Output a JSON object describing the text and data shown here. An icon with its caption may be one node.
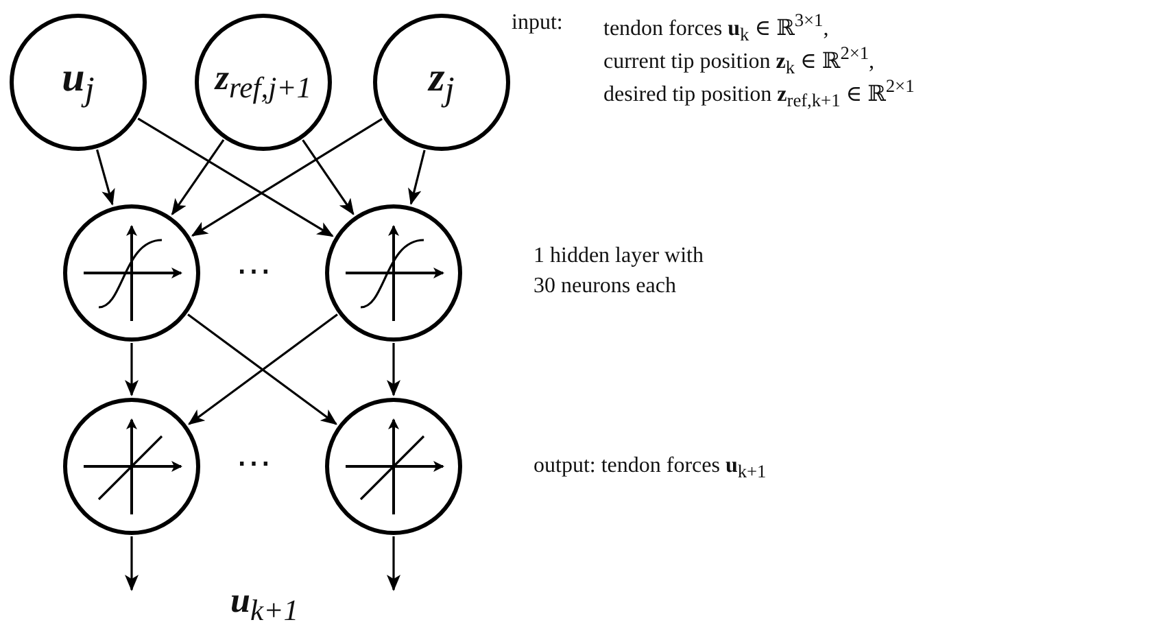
{
  "diagram": {
    "nodes": [
      {
        "text": [
          "**u**$_{j}$"
        ]
      },
      {
        "text": [
          "**z**$_{ref,j+1}$"
        ]
      },
      {
        "text": [
          "**z**$_{j}$"
        ]
      },
      {
        "text": [],
        "shape": "circle"
      },
      {
        "text": [],
        "shape": "circle"
      },
      {
        "text": [],
        "shape": "circle"
      },
      {
        "text": [],
        "shape": "circle"
      }
    ],
    "edges": [
      {
        "from": 0,
        "to": 3,
        "arrow": "to"
      },
      {
        "from": 0,
        "to": 4,
        "arrow": "to"
      },
      {
        "from": 1,
        "to": 3,
        "arrow": "to"
      },
      {
        "from": 1,
        "to": 4,
        "arrow": "to"
      },
      {
        "from": 2,
        "to": 3,
        "arrow": "to"
      },
      {
        "from": 2,
        "to": 4,
        "arrow": "to"
      },
      {
        "from": 3,
        "to": 5,
        "arrow": "to"
      },
      {
        "from": 3,
        "to": 6,
        "arrow": "to"
      },
      {
        "from": 4,
        "to": 5,
        "arrow": "to"
      },
      {
        "from": 4,
        "to": 6,
        "arrow": "to"
      },
      {
        "from": 5,
        "to": null,
        "arrow": "to"
      },
      {
        "from": 6,
        "to": null,
        "arrow": "to"
      }
    ],
    "labels": [
      "input:",
      "tendon forces **u**$_{k}$ ∈ ℝ$^{3×1}$,",
      "current tip position **z**$_{k}$ ∈ ℝ$^{2×1}$,",
      "desired tip position **z**$_{ref,k+1}$ ∈ ℝ$^{2×1}$",
      "⋯",
      "1 hidden layer with 30 neurons each",
      "⋯",
      "output: tendon forces **u**$_{k+1}$",
      "**u**$_{k+1}$"
    ]
  }
}
